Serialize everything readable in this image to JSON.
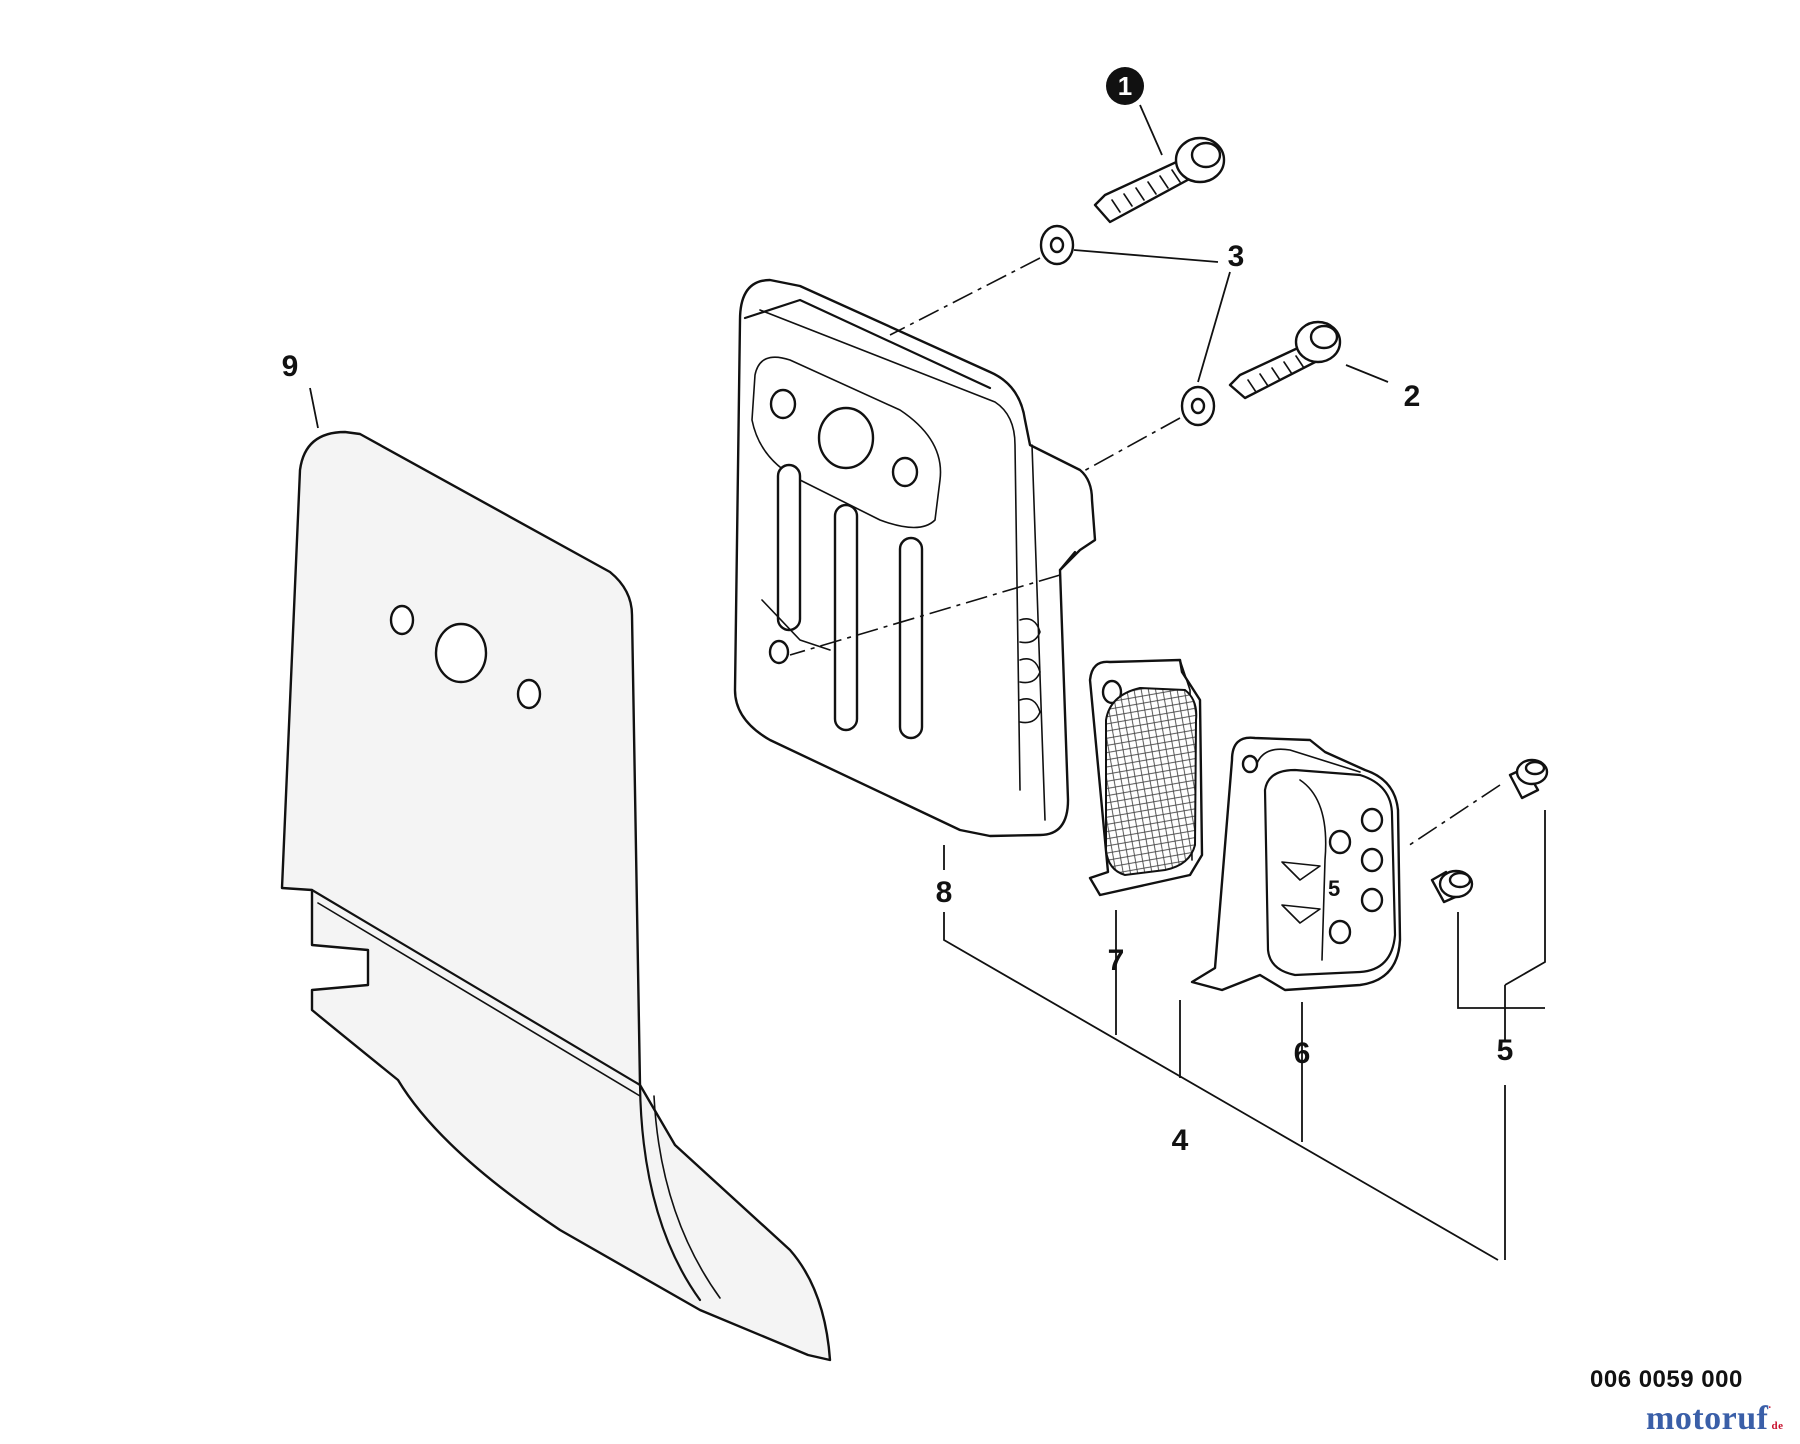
{
  "diagram": {
    "callouts": [
      {
        "id": "1",
        "label": "1"
      },
      {
        "id": "2",
        "label": "2"
      },
      {
        "id": "3",
        "label": "3"
      },
      {
        "id": "4",
        "label": "4"
      },
      {
        "id": "5",
        "label": "5"
      },
      {
        "id": "6",
        "label": "6"
      },
      {
        "id": "7",
        "label": "7"
      },
      {
        "id": "8",
        "label": "8"
      },
      {
        "id": "9",
        "label": "9"
      }
    ],
    "embossed_mark": "5",
    "drawing_code": "006 0059 000"
  },
  "watermark": {
    "brand": "motoruf",
    "tld": "de"
  }
}
